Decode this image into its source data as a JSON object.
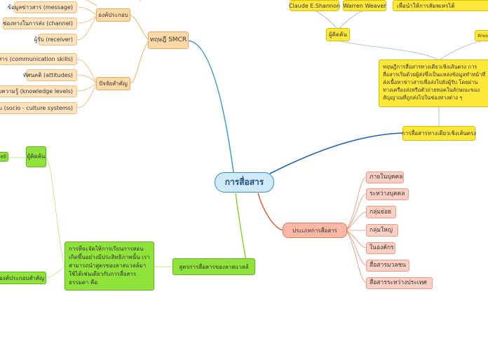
{
  "central": {
    "label": "การสื่อสาร"
  },
  "smcr": {
    "label": "ทฤษฎี SMCR",
    "components": {
      "label": "องค์ประกอบ",
      "items": [
        "ข้อมูลข่าวสาร (message)",
        "ช่องทางในการส่ง (channel)",
        "ผู้รับ (receiver)"
      ]
    },
    "factors": {
      "label": "ปัจจัยสำคัญ",
      "items": [
        "อสาร (communication skills)",
        "ทัศนคติ (attitudes)",
        "ระดับความรู้ (knowledge levels)",
        "นธรรม (socio - culture systems)"
      ]
    }
  },
  "linear": {
    "label": "การสื่อสารทางเดียวเชิงเส้นตรง",
    "description": "ทฤษฎีการสื่อสารทางเดียวเชิงเส้นตรง การสื่อสารเริ่มด้วยผู้ส่งซึ่งเป็นแหล่งข้อมูลทำหน้าที่ส่งเนื้อหาข่าวสารเพื่อส่งไปยังผู้รับ โดยผ่านทางเครื่องส่งหรือตัวถ่ายทอดในลักษณะของสัญญาณที่ถูกส่งไปในช่องทางต่าง ๆ",
    "originators": {
      "label": "ผู้คิดค้น",
      "people": [
        "Claude E.Shannon",
        "Warren Weaver"
      ]
    },
    "top_note": "เพื่อนำให้การสัมพเหรได้",
    "side_stub": "ลักษณ"
  },
  "types": {
    "label": "ประเภทการสื่อสาร",
    "items": [
      "ภายในบุคคล",
      "ระหว่างบุคคล",
      "กลุ่มย่อย",
      "กลุ่มใหญ่",
      "ในองค์กร",
      "สื่อสารมวลชน",
      "สื่อสารระหว่างประเทศ"
    ]
  },
  "lasswell": {
    "label": "สูตรการสื่อสารของลาสแวลล์",
    "description": "การที่จะจัดให้การเรียนการสอนเกิดขึ้นอย่างมีประสิทธิภาพนั้น เราสามารถนำสูตรของลาสแวลล์มาใช้ได้เช่นเดียวกับการสื่อสารธรรมดา คือ",
    "inventor_label": "ผู้คิดค้น",
    "inventor_stub": "ell",
    "components_label": "องค์ประกอบสำคัญ"
  }
}
